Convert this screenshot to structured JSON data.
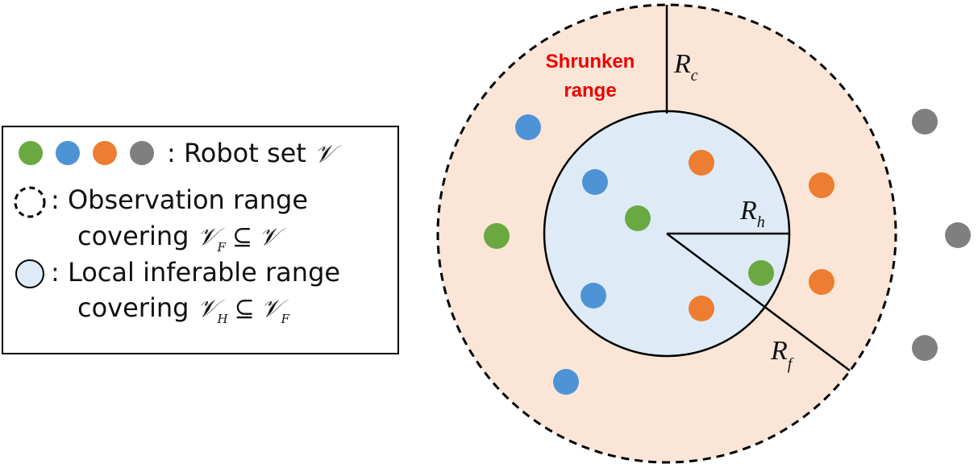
{
  "colors": {
    "green": "#6aa842",
    "blue": "#4e93d6",
    "orange": "#ed7d31",
    "gray": "#7f7f7f",
    "outer_fill": "#fbe5d6",
    "inner_fill": "#deebf7",
    "highlight": "#ee0000"
  },
  "legend": {
    "robot_set_label": ": Robot set",
    "robot_set_symbol": "𝒱",
    "observation_line1": ": Observation range",
    "observation_line2_prefix": "covering",
    "observation_symbol_V": "𝒱",
    "observation_symbol_sub": "F",
    "observation_relation": "⊆",
    "observation_symbol_rhs": "𝒱",
    "local_line1": ": Local inferable range",
    "local_line2_prefix": "covering",
    "local_symbol_V": "𝒱",
    "local_symbol_sub": "H",
    "local_relation": "⊆",
    "local_symbol_rhs_V": "𝒱",
    "local_symbol_rhs_sub": "F"
  },
  "diagram": {
    "shrunken_line1": "Shrunken",
    "shrunken_line2": "range",
    "radius_c_main": "R",
    "radius_c_sub": "c",
    "radius_h_main": "R",
    "radius_h_sub": "h",
    "radius_f_main": "R",
    "radius_f_sub": "f"
  }
}
